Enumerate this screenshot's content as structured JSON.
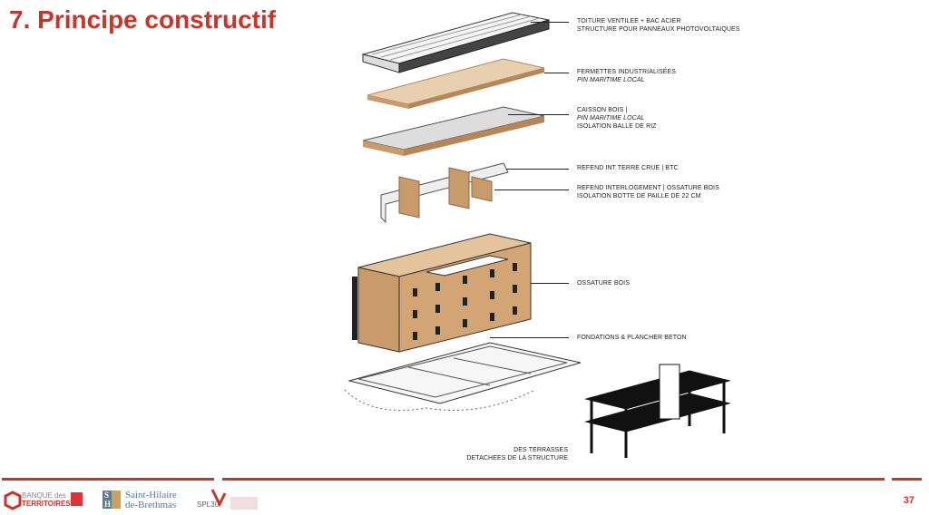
{
  "title": "7. Principe constructif",
  "labels": [
    {
      "line1": "TOITURE VENTILEE + BAC ACIER",
      "line2": "STRUCTURE POUR PANNEAUX PHOTOVOLTAIQUES"
    },
    {
      "line1": "FERMETTES INDUSTRIALISÉES",
      "line2_italic": "PIN MARITIME LOCAL"
    },
    {
      "line1": "CAISSON BOIS |",
      "line2_italic": "PIN MARITIME LOCAL",
      "line3": "ISOLATION BALLE DE RIZ"
    },
    {
      "line1": "REFEND INT TERRE CRUE | BTC"
    },
    {
      "line1": "REFEND INTERLOGEMENT | OSSATURE BOIS",
      "line2": "ISOLATION BOTTE DE PAILLE DE 22 CM"
    },
    {
      "line1": "OSSATURE BOIS"
    },
    {
      "line1": "FONDATIONS & PLANCHER BETON"
    },
    {
      "line1": "DES TERRASSES",
      "line2": "DETACHEES DE LA STRUCTURE"
    }
  ],
  "footer": {
    "logo1_line1": "BANQUE des",
    "logo1_line2": "TERRITOIRES",
    "logo2_line1": "Saint-Hilaire",
    "logo2_line2": "de-Brethmas",
    "logo2_initials": "SHDB",
    "logo3": "SPL30",
    "page_number": "37"
  },
  "colors": {
    "accent": "#c8352b",
    "wood": "#c99a6a"
  }
}
